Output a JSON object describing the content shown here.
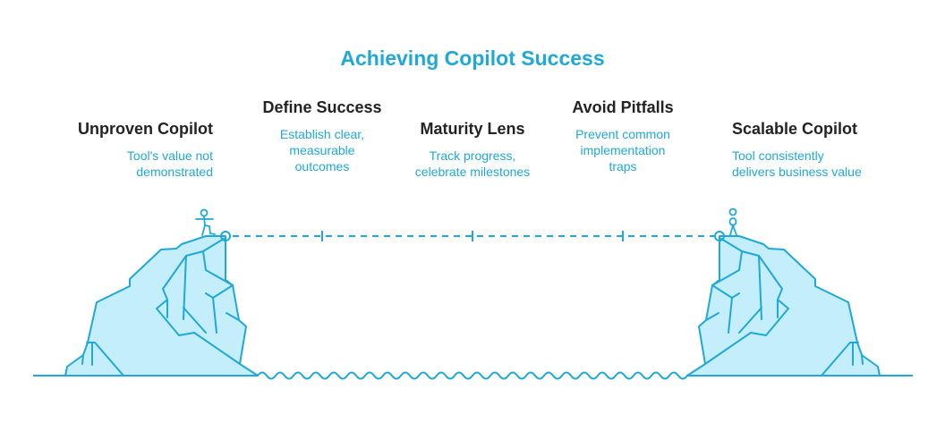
{
  "title": "Achieving Copilot Success",
  "colors": {
    "accent": "#1fa8d8",
    "ice_fill": "#c4eefb",
    "heading": "#232323"
  },
  "steps": [
    {
      "heading": "Unproven Copilot",
      "description": "Tool's value not\ndemonstrated"
    },
    {
      "heading": "Define Success",
      "description": "Establish clear,\nmeasurable\noutcomes"
    },
    {
      "heading": "Maturity Lens",
      "description": "Track progress,\ncelebrate milestones"
    },
    {
      "heading": "Avoid Pitfalls",
      "description": "Prevent common\nimplementation\ntraps"
    },
    {
      "heading": "Scalable Copilot",
      "description": "Tool consistently\ndelivers business value"
    }
  ]
}
